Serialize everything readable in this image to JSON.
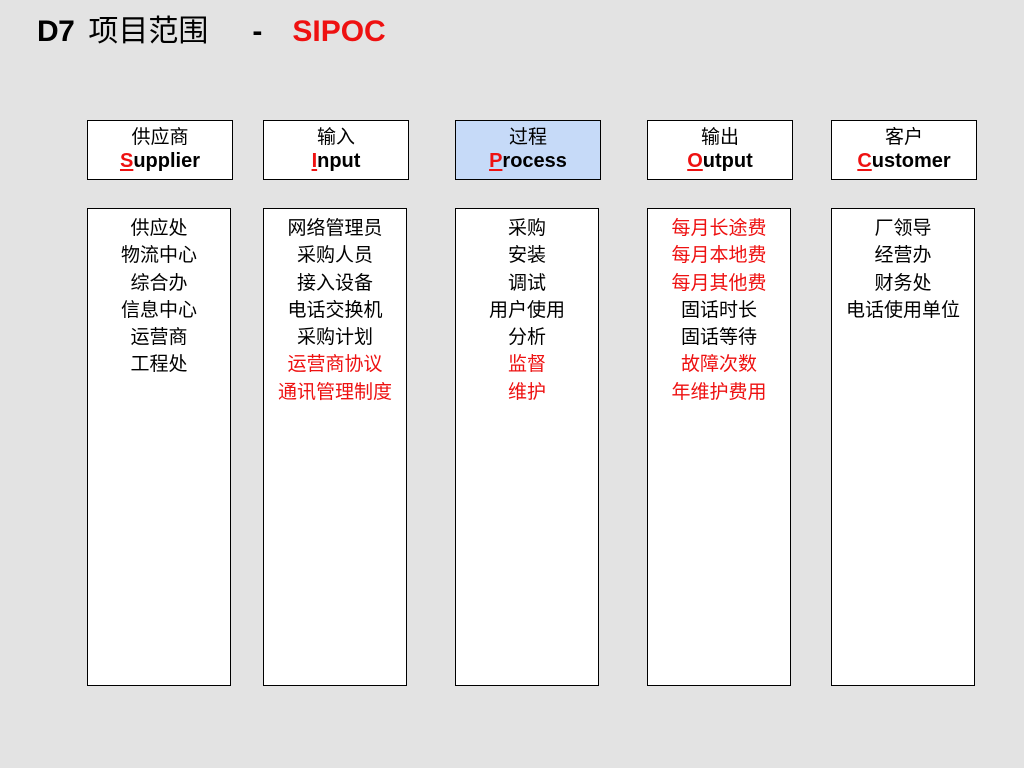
{
  "title": {
    "code": "D7",
    "chinese": "项目范围",
    "dash": "-",
    "sipoc": "SIPOC"
  },
  "colors": {
    "accent_red": "#ee1111",
    "process_header_bg": "#c6daf8",
    "slide_bg": "#e3e3e3"
  },
  "columns": [
    {
      "id": "supplier",
      "cn": "供应商",
      "initial": "S",
      "rest": "upplier",
      "highlight": false,
      "items": [
        {
          "text": "供应处",
          "red": false
        },
        {
          "text": "物流中心",
          "red": false
        },
        {
          "text": "综合办",
          "red": false
        },
        {
          "text": "信息中心",
          "red": false
        },
        {
          "text": "运营商",
          "red": false
        },
        {
          "text": "工程处",
          "red": false
        }
      ]
    },
    {
      "id": "input",
      "cn": "输入",
      "initial": "I",
      "rest": "nput",
      "highlight": false,
      "items": [
        {
          "text": "网络管理员",
          "red": false
        },
        {
          "text": "采购人员",
          "red": false
        },
        {
          "text": "接入设备",
          "red": false
        },
        {
          "text": "电话交换机",
          "red": false
        },
        {
          "text": "采购计划",
          "red": false
        },
        {
          "text": "运营商协议",
          "red": true
        },
        {
          "text": "通讯管理制度",
          "red": true
        }
      ]
    },
    {
      "id": "process",
      "cn": "过程",
      "initial": "P",
      "rest": "rocess",
      "highlight": true,
      "items": [
        {
          "text": "采购",
          "red": false
        },
        {
          "text": "安装",
          "red": false
        },
        {
          "text": "调试",
          "red": false
        },
        {
          "text": "用户使用",
          "red": false
        },
        {
          "text": "分析",
          "red": false
        },
        {
          "text": "监督",
          "red": true
        },
        {
          "text": "维护",
          "red": true
        }
      ]
    },
    {
      "id": "output",
      "cn": "输出",
      "initial": "O",
      "rest": "utput",
      "highlight": false,
      "items": [
        {
          "text": "每月长途费",
          "red": true
        },
        {
          "text": "每月本地费",
          "red": true
        },
        {
          "text": "每月其他费",
          "red": true
        },
        {
          "text": "固话时长",
          "red": false
        },
        {
          "text": "固话等待",
          "red": false
        },
        {
          "text": "故障次数",
          "red": true
        },
        {
          "text": "年维护费用",
          "red": true
        }
      ]
    },
    {
      "id": "customer",
      "cn": "客户",
      "initial": "C",
      "rest": "ustomer",
      "highlight": false,
      "items": [
        {
          "text": "厂领导",
          "red": false
        },
        {
          "text": "经营办",
          "red": false
        },
        {
          "text": "财务处",
          "red": false
        },
        {
          "text": "电话使用单位",
          "red": false
        }
      ]
    }
  ]
}
